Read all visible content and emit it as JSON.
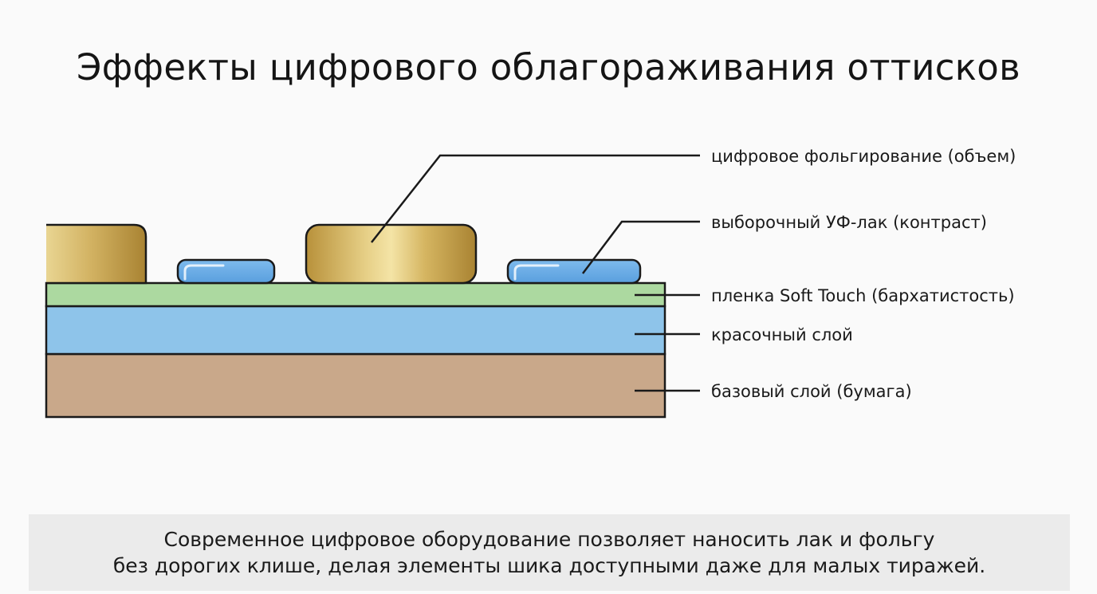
{
  "title": "Эффекты цифрового облагораживания оттисков",
  "labels": {
    "foil": "цифровое фольгирование (объем)",
    "uv": "выборочный УФ-лак (контраст)",
    "softtouch": "пленка Soft Touch (бархатистость)",
    "ink": "красочный слой",
    "base": "базовый слой (бумага)"
  },
  "colors": {
    "foil_gold": "#c9a44e",
    "uv_blue": "#6aaee6",
    "softtouch_green": "#acd9a0",
    "ink_blue": "#8ec4ea",
    "base_paper": "#c9a88a",
    "outline": "#1a1a1a",
    "footer_bg": "#ebebeb"
  },
  "footer": {
    "line1": "Современное цифровое оборудование позволяет наносить лак и фольгу",
    "line2": "без дорогих клише, делая элементы шика доступными даже для малых тиражей."
  }
}
